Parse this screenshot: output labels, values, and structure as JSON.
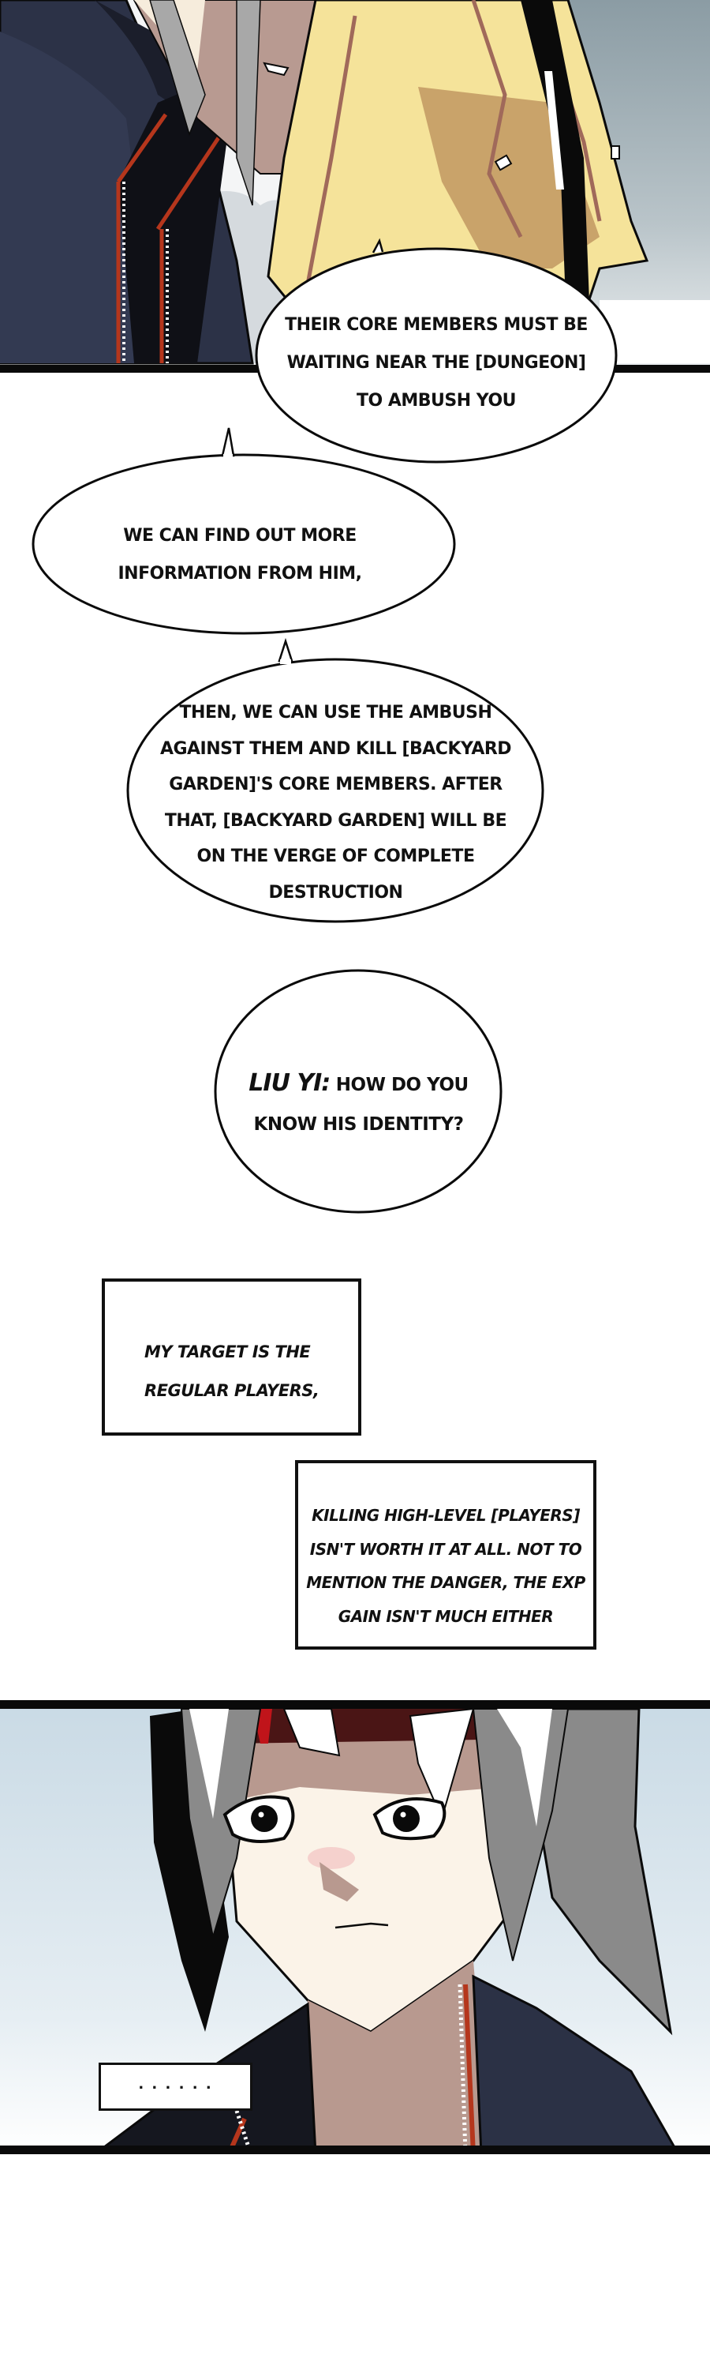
{
  "page": {
    "type": "webtoon-page",
    "background": "#ffffff"
  },
  "colors": {
    "panel_border": "#0a0a0a",
    "sky_top_panel": "#8e9ea6",
    "sky_bottom_panel": "#cfdee8",
    "jacket_dark": "#2b3145",
    "jacket_black": "#15171f",
    "jacket_trim": "#b5361c",
    "yellow_coat": "#f5e39a",
    "yellow_coat_shadow": "#c9a36a",
    "coat_trim": "#a0695a",
    "skin": "#fbf3e8",
    "skin_shadow": "#b8998f",
    "hair_grey": "#8a8a8a",
    "hair_light": "#ffffff",
    "headband": "#4a1515"
  },
  "panels": [
    {
      "id": "panel-1",
      "description": "two characters close-up, dark jacket and yellow coat"
    },
    {
      "id": "panel-2",
      "description": "silver-haired character with surprised face"
    }
  ],
  "bubbles": [
    {
      "id": "bubble-1",
      "lines": [
        "THEIR CORE MEMBERS MUST BE",
        "WAITING NEAR THE [DUNGEON]",
        "TO AMBUSH YOU"
      ]
    },
    {
      "id": "bubble-2",
      "lines": [
        "WE CAN FIND OUT MORE",
        "INFORMATION FROM HIM,"
      ]
    },
    {
      "id": "bubble-3",
      "lines": [
        "THEN, WE CAN USE THE AMBUSH",
        "AGAINST THEM AND KILL [BACKYARD",
        "GARDEN]'S CORE MEMBERS. AFTER",
        "THAT, [BACKYARD GARDEN] WILL BE",
        "ON THE VERGE OF COMPLETE",
        "DESTRUCTION"
      ]
    },
    {
      "id": "bubble-4",
      "speaker": "LIU YI:",
      "lines": [
        "HOW DO YOU",
        "KNOW HIS IDENTITY?"
      ]
    }
  ],
  "captions": [
    {
      "id": "caption-1",
      "lines": [
        "MY TARGET IS THE",
        "REGULAR PLAYERS,"
      ]
    },
    {
      "id": "caption-2",
      "lines": [
        "KILLING HIGH-LEVEL [PLAYERS]",
        "ISN'T WORTH IT AT ALL. NOT TO",
        "MENTION THE DANGER, THE EXP",
        "GAIN ISN'T MUCH EITHER"
      ]
    },
    {
      "id": "caption-3",
      "text": ". . . . . ."
    }
  ]
}
